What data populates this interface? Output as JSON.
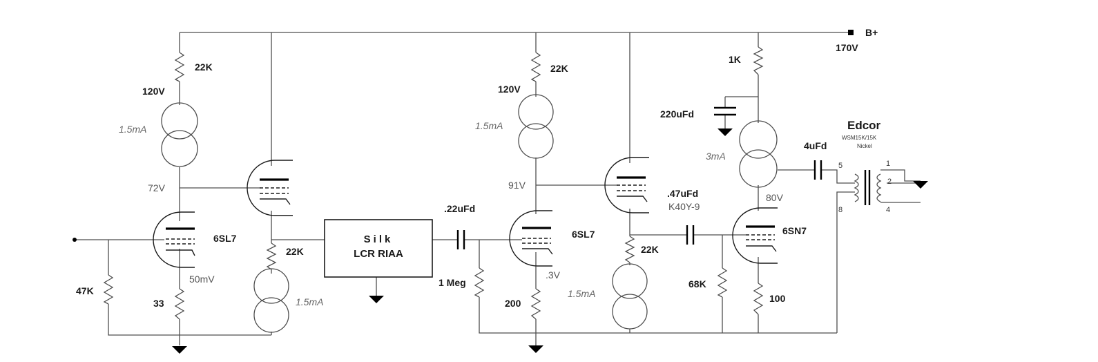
{
  "supply": {
    "label": "B+",
    "voltage": "170V"
  },
  "stage1": {
    "input_resistor": "47K",
    "tube": "6SL7",
    "plate_resistor": "22K",
    "plate_voltage": "120V",
    "ccs_current": "1.5mA",
    "plate_node_voltage": "72V",
    "cathode_resistor": "33",
    "cathode_voltage": "50mV",
    "follower_cathode_resistor": "22K",
    "follower_ccs_current": "1.5mA"
  },
  "riaa": {
    "line1": "Silk",
    "line2": "LCR RIAA"
  },
  "stage2": {
    "coupling_cap": ".22uFd",
    "grid_resistor": "1 Meg",
    "tube": "6SL7",
    "plate_resistor": "22K",
    "plate_voltage": "120V",
    "ccs_current": "1.5mA",
    "plate_node_voltage": "91V",
    "cathode_voltage": ".3V",
    "cathode_resistor": "200",
    "follower_cathode_resistor": "22K",
    "follower_ccs_current": "1.5mA"
  },
  "stage3": {
    "coupling_cap": ".47uFd",
    "coupling_cap_type": "K40Y-9",
    "grid_resistor": "68K",
    "tube": "6SN7",
    "plate_resistor": "1K",
    "filter_cap": "220uFd",
    "ccs_current": "3mA",
    "plate_node_voltage": "80V",
    "cathode_resistor": "100",
    "output_cap": "4uFd"
  },
  "transformer": {
    "brand": "Edcor",
    "model": "WSM15K/15K",
    "core": "Nickel",
    "pins": [
      "5",
      "8",
      "1",
      "2",
      "4"
    ]
  }
}
